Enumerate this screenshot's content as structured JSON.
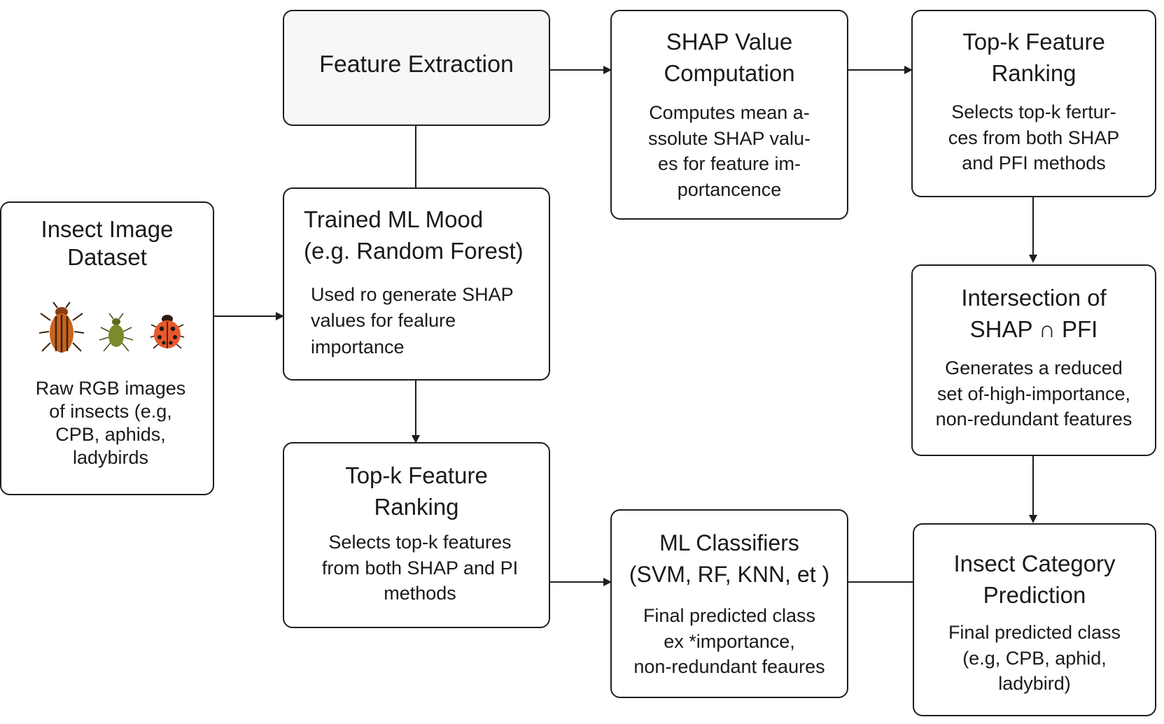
{
  "nodes": {
    "dataset": {
      "title": "Insect Image\nDataset",
      "body": "Raw RGB images\nof insects (e.g,\nCPB, aphids,\nladybirds",
      "icons": [
        "beetle-icon",
        "aphid-icon",
        "ladybird-icon"
      ]
    },
    "feature_extraction": {
      "title": "Feature Extraction"
    },
    "trained_model": {
      "title": "Trained ML Mood\n(e.g. Random Forest)",
      "body": "Used ro generate SHAP\nvalues for fealure\nimportance"
    },
    "topk_left": {
      "title": "Top-k Feature\nRanking",
      "body": "Selects top-k features\nfrom both SHAP and PI\nmethods"
    },
    "shap_value": {
      "title": "SHAP Value\nComputation",
      "body": "Computes mean a-\nssolute SHAP valu-\nes for feature im-\nportancence"
    },
    "topk_right": {
      "title": "Top-k Feature\nRanking",
      "body": "Selects top-k fertur-\nces from both SHAP\nand PFI methods"
    },
    "intersection": {
      "title": "Intersection of\nSHAP ∩ PFI",
      "body": "Generates a reduced\nset of-high-importance,\nnon-redundant features"
    },
    "classifiers": {
      "title": "ML Classifiers\n(SVM, RF, KNN, et )",
      "body": "Final predicted class\nex *importance,\nnon-redundant feaures"
    },
    "prediction": {
      "title": "Insect Category\nPrediction",
      "body": "Final predicted class\n(e.g, CPB, aphid,\nladybird)"
    }
  },
  "colors": {
    "stroke": "#1e1e1e",
    "text": "#1a1a1a",
    "beetle": "#c9631f",
    "aphid": "#7b8a2a",
    "ladybird": "#e8582a"
  }
}
